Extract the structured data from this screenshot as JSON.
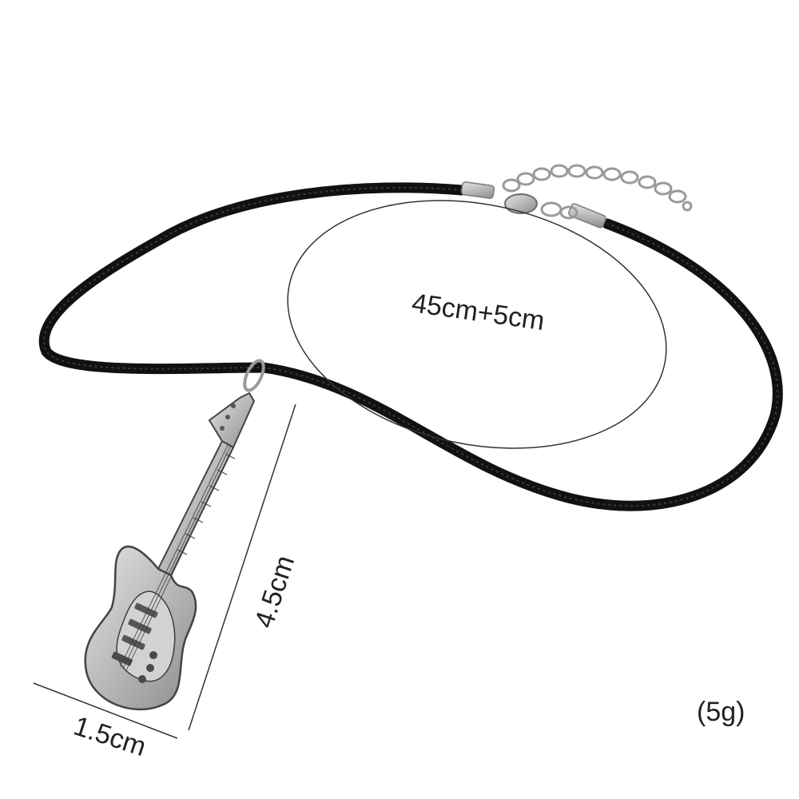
{
  "labels": {
    "chain_length": "45cm+5cm",
    "pendant_height": "4.5cm",
    "pendant_width": "1.5cm",
    "weight": "(5g)"
  },
  "icons": {
    "pendant": "guitar-icon",
    "clasp": "lobster-clasp-icon"
  },
  "colors": {
    "background": "#ffffff",
    "cord": "#111111",
    "metal": "#b9b9b9",
    "metal_dark": "#4a4a4a",
    "guide_line": "#333333",
    "text": "#222222"
  }
}
